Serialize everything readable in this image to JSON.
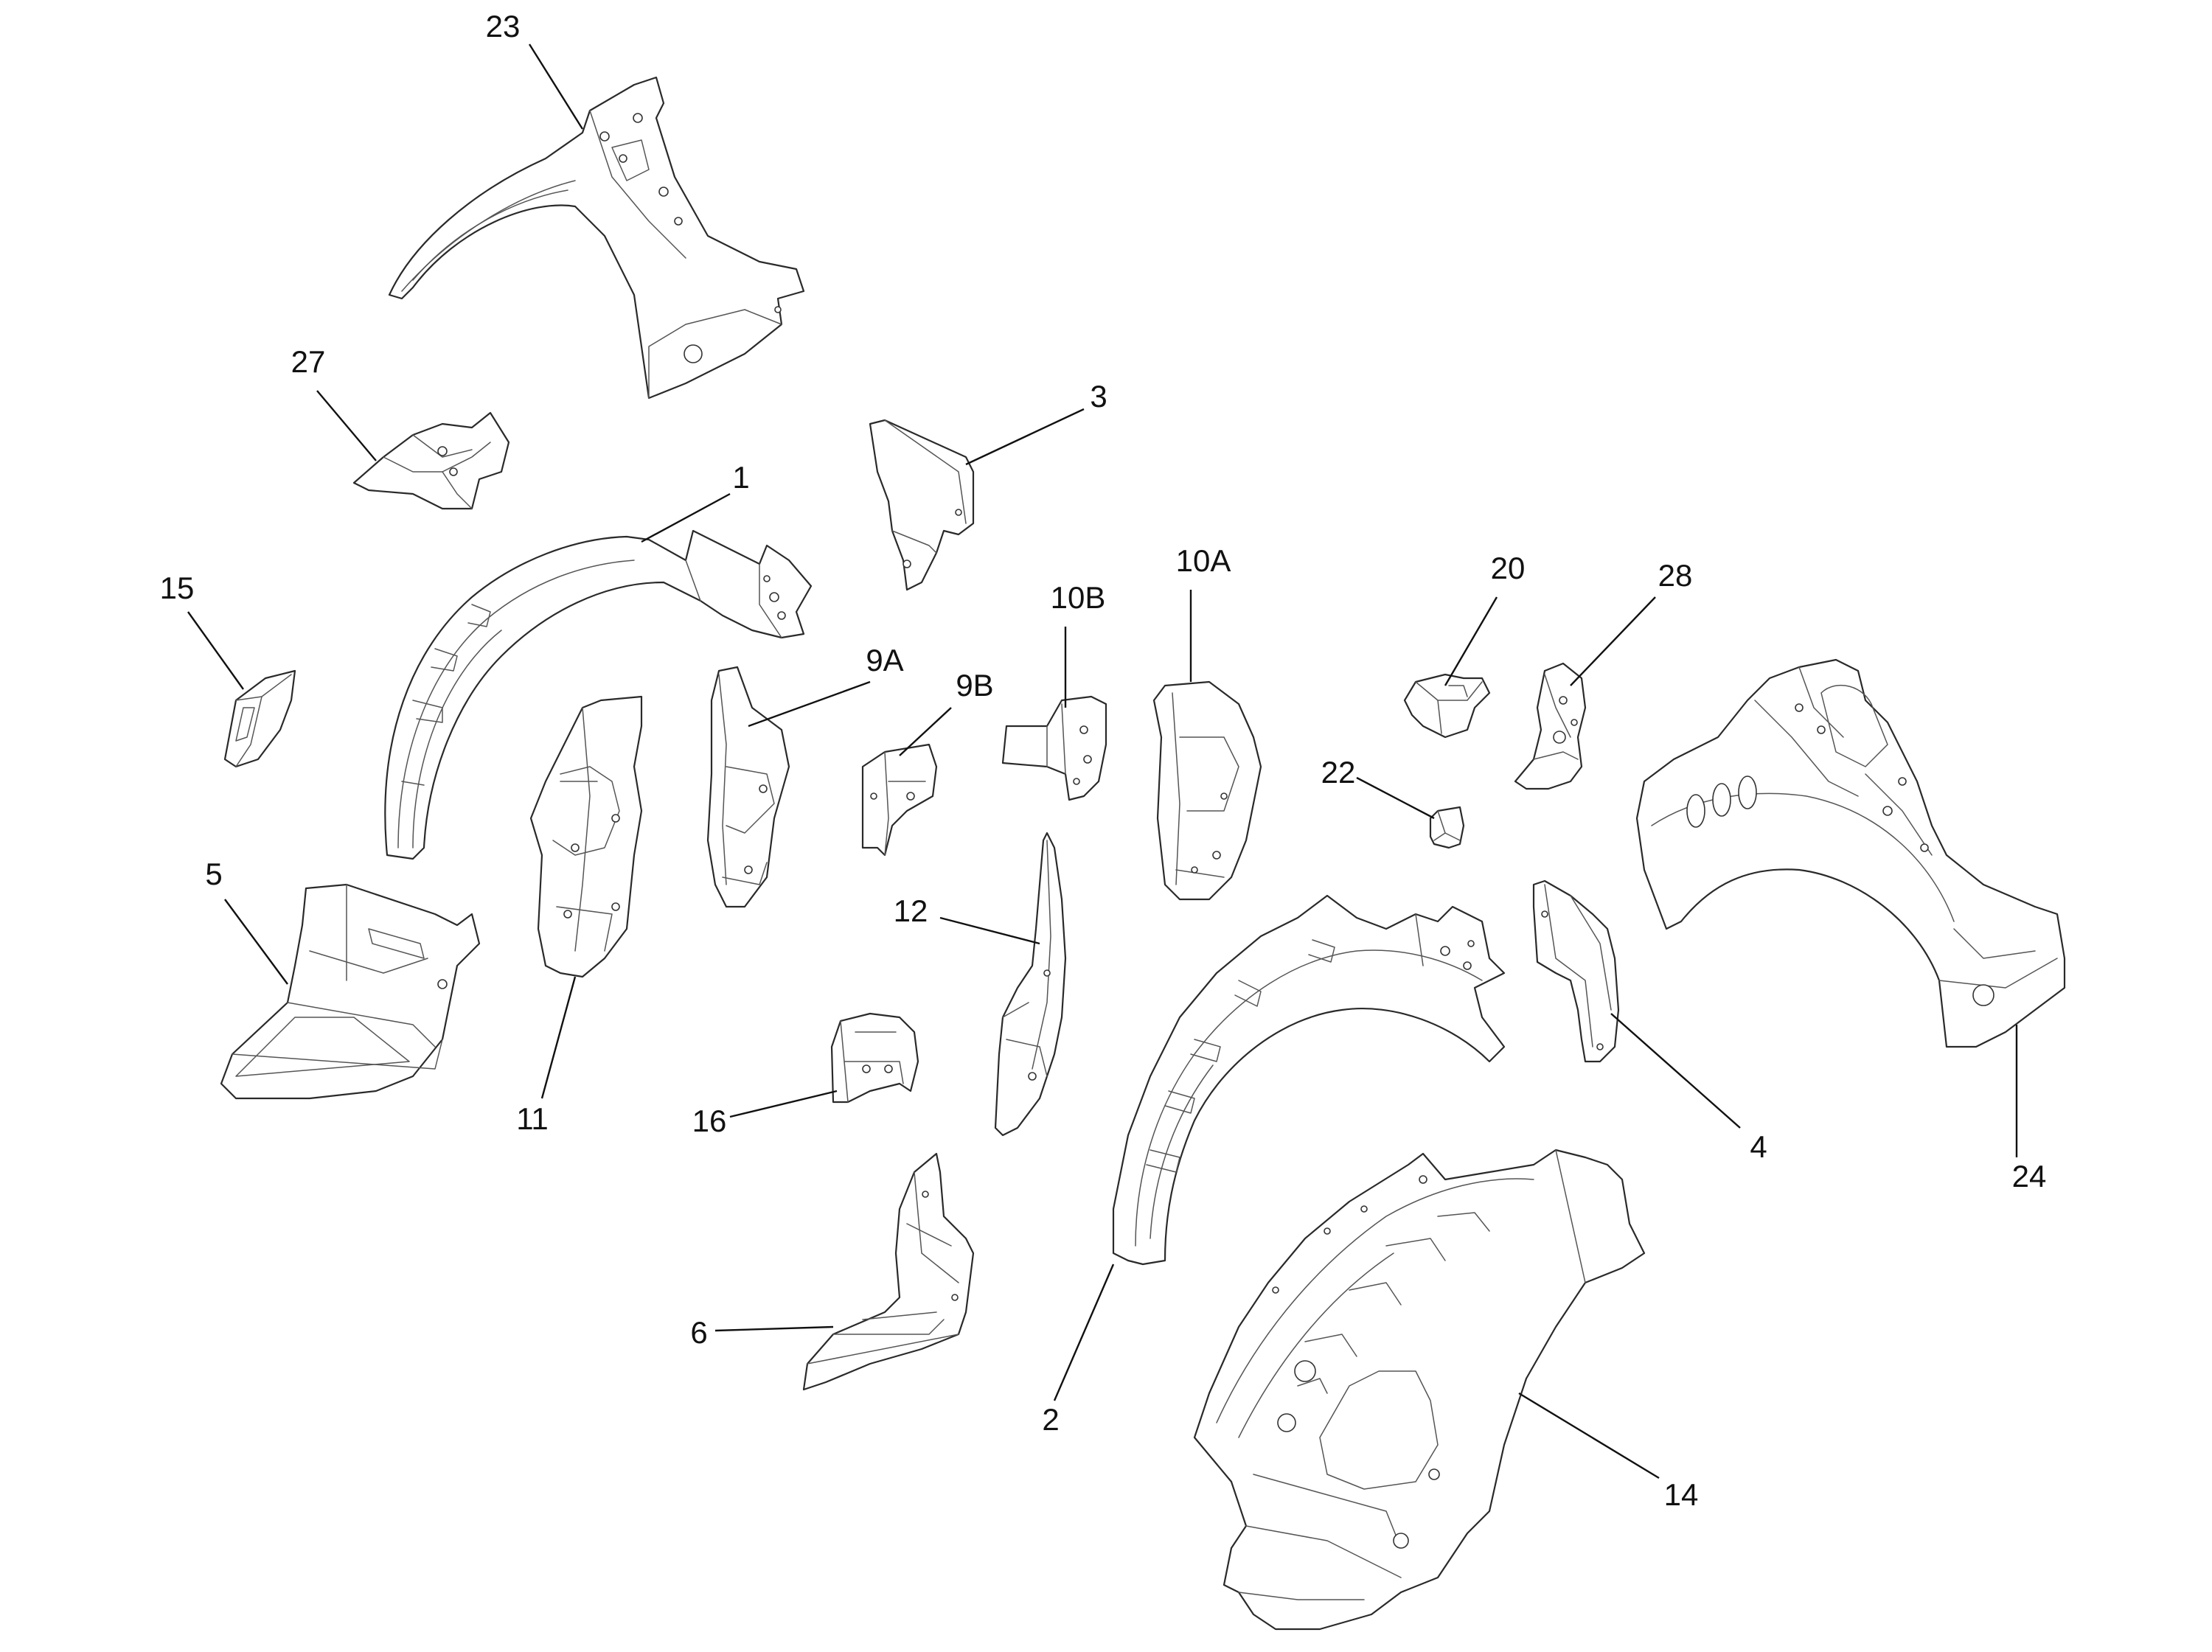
{
  "callouts": [
    {
      "id": "1",
      "label": "1"
    },
    {
      "id": "2",
      "label": "2"
    },
    {
      "id": "3",
      "label": "3"
    },
    {
      "id": "4",
      "label": "4"
    },
    {
      "id": "5",
      "label": "5"
    },
    {
      "id": "6",
      "label": "6"
    },
    {
      "id": "9A",
      "label": "9A"
    },
    {
      "id": "9B",
      "label": "9B"
    },
    {
      "id": "10A",
      "label": "10A"
    },
    {
      "id": "10B",
      "label": "10B"
    },
    {
      "id": "11",
      "label": "11"
    },
    {
      "id": "12",
      "label": "12"
    },
    {
      "id": "14",
      "label": "14"
    },
    {
      "id": "15",
      "label": "15"
    },
    {
      "id": "16",
      "label": "16"
    },
    {
      "id": "20",
      "label": "20"
    },
    {
      "id": "22",
      "label": "22"
    },
    {
      "id": "23",
      "label": "23"
    },
    {
      "id": "24",
      "label": "24"
    },
    {
      "id": "27",
      "label": "27"
    },
    {
      "id": "28",
      "label": "28"
    }
  ]
}
